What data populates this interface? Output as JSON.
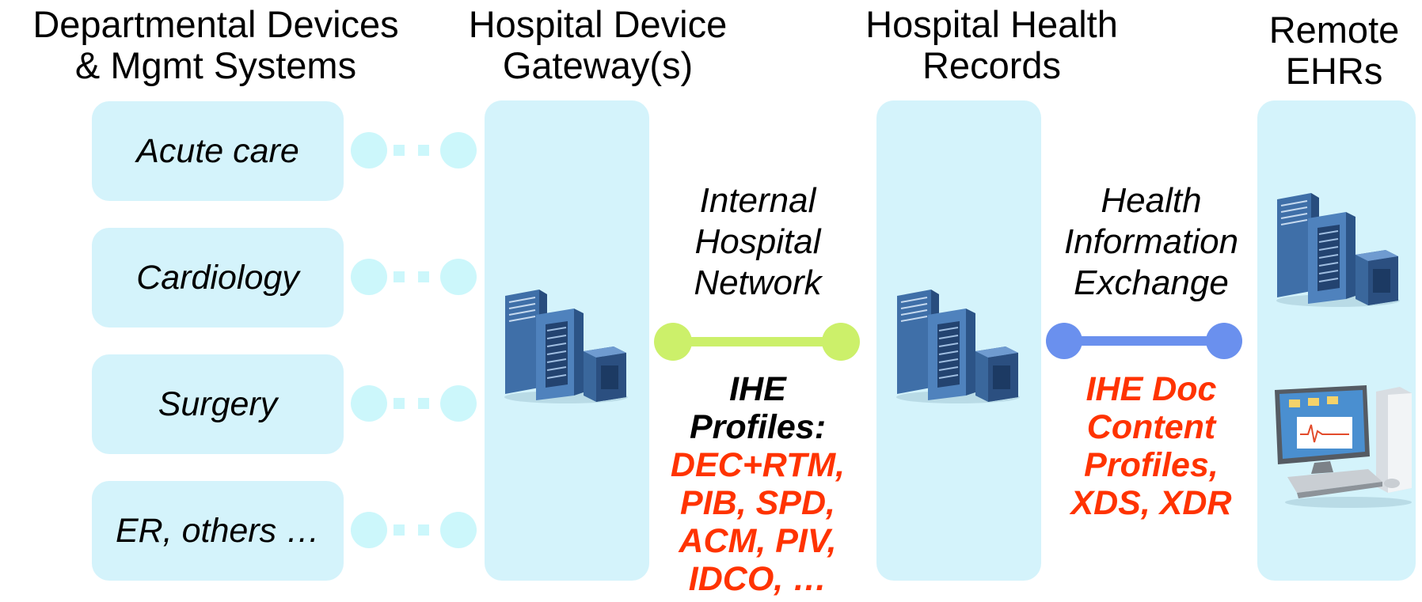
{
  "headers": {
    "departmental": [
      "Departmental Devices",
      "& Mgmt Systems"
    ],
    "gateway": [
      "Hospital Device",
      "Gateway(s)"
    ],
    "records": [
      "Hospital Health",
      "Records"
    ],
    "remote": [
      "Remote",
      "EHRs"
    ]
  },
  "departments": [
    "Acute care",
    "Cardiology",
    "Surgery",
    "ER, others …"
  ],
  "internal_network": {
    "label": [
      "Internal",
      "Hospital",
      "Network"
    ],
    "line_color": "#ccf06a",
    "profiles_heading": [
      "IHE",
      "Profiles:"
    ],
    "profiles": [
      "DEC+RTM,",
      "PIB, SPD,",
      "ACM, PIV,",
      "IDCO, …"
    ]
  },
  "exchange": {
    "label": [
      "Health",
      "Information",
      "Exchange"
    ],
    "line_color": "#6a90ee",
    "profiles": [
      "IHE Doc",
      "Content",
      "Profiles,",
      "XDS, XDR"
    ]
  },
  "colors": {
    "panel": "#d4f3fb",
    "connector": "#ccf7fb",
    "profile_red": "#ff3300"
  },
  "icons": {
    "gateway": "server-icon",
    "records": "server-icon",
    "remote_server": "server-icon",
    "remote_workstation": "desktop-computer-icon"
  }
}
